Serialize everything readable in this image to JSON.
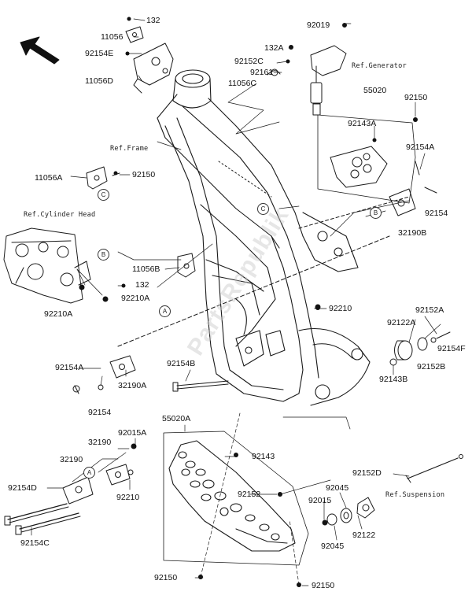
{
  "diagram": {
    "part_labels": {
      "p132_top": "132",
      "p11056": "11056",
      "p92154E": "92154E",
      "p11056D": "11056D",
      "p92019": "92019",
      "p132A": "132A",
      "p92152C": "92152C",
      "p92161": "92161",
      "p11056C": "11056C",
      "p55020": "55020",
      "p92150_r1": "92150",
      "p92143A": "92143A",
      "p92154A_r": "92154A",
      "p11056A": "11056A",
      "p92150_l": "92150",
      "p92154_r": "92154",
      "p32190B": "32190B",
      "p11056B": "11056B",
      "p132_mid": "132",
      "p92210A_1": "92210A",
      "p92210A_2": "92210A",
      "p92210_c": "92210",
      "p92152A": "92152A",
      "p92122A": "92122A",
      "p92154F": "92154F",
      "p92152B": "92152B",
      "p92143B": "92143B",
      "p92154A_l": "92154A",
      "p92154B": "92154B",
      "p32190A": "32190A",
      "p92154_l": "92154",
      "p55020A": "55020A",
      "p92015A": "92015A",
      "p32190_1": "32190",
      "p32190_2": "32190",
      "p92210_b": "92210",
      "p92143": "92143",
      "p92152": "92152",
      "p92154D": "92154D",
      "p92154C": "92154C",
      "p92152D": "92152D",
      "p92045_a": "92045",
      "p92015": "92015",
      "p92122": "92122",
      "p92045_b": "92045",
      "p92150_b1": "92150",
      "p92150_b2": "92150"
    },
    "references": {
      "generator": "Ref.Generator",
      "frame": "Ref.Frame",
      "cylinder_head": "Ref.Cylinder Head",
      "suspension": "Ref.Suspension"
    },
    "connectors": {
      "c1": "C",
      "c2": "C",
      "b1": "B",
      "b2": "B",
      "a1": "A",
      "a2": "A"
    },
    "watermark": "PartsRepublik",
    "line_color": "#1a1a1a"
  }
}
